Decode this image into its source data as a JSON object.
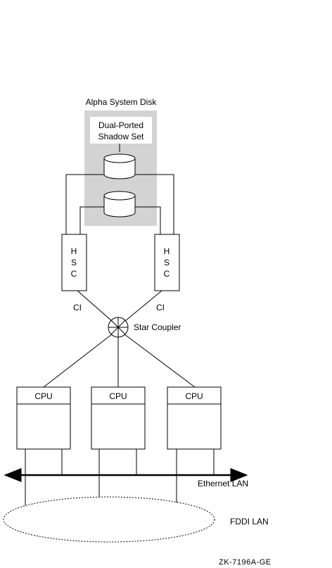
{
  "diagram": {
    "title": "Alpha System Disk",
    "shadow_set_line1": "Dual-Ported",
    "shadow_set_line2": "Shadow Set",
    "hsc_left": [
      "H",
      "S",
      "C"
    ],
    "hsc_right": [
      "H",
      "S",
      "C"
    ],
    "ci_left": "CI",
    "ci_right": "CI",
    "star_coupler": "Star Coupler",
    "cpus": [
      "CPU",
      "CPU",
      "CPU"
    ],
    "ethernet_label": "Ethernet LAN",
    "fddi_label": "FDDI LAN",
    "figure_id": "ZK-7196A-GE",
    "colors": {
      "panel": "#d3d3d3",
      "line": "#000000",
      "background": "#ffffff"
    }
  }
}
